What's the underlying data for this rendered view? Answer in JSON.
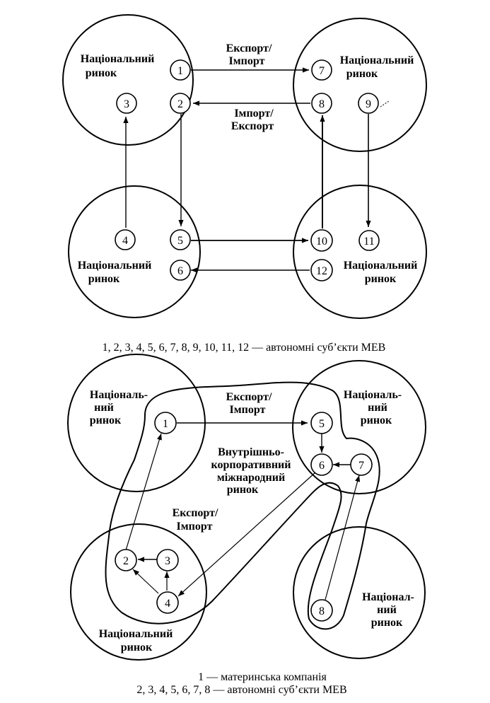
{
  "diagram1": {
    "market_top_left": [
      "Національний",
      "ринок"
    ],
    "market_top_right": [
      "Національний",
      "ринок"
    ],
    "market_bottom_left": [
      "Національний",
      "ринок"
    ],
    "market_bottom_right": [
      "Національний",
      "ринок"
    ],
    "export_import": [
      "Експорт/",
      "Імпорт"
    ],
    "import_export": [
      "Імпорт/",
      "Експорт"
    ],
    "nodes": [
      "1",
      "2",
      "3",
      "4",
      "5",
      "6",
      "7",
      "8",
      "9",
      "10",
      "11",
      "12"
    ],
    "caption": "1, 2, 3, 4, 5, 6, 7, 8, 9, 10, 11, 12 — автономні суб’єкти МЕВ"
  },
  "diagram2": {
    "market_top_left": [
      "Національ-",
      "ний",
      "ринок"
    ],
    "market_top_right": [
      "Національ-",
      "ний",
      "ринок"
    ],
    "market_bottom_left": [
      "Національний",
      "ринок"
    ],
    "market_bottom_right": [
      "Націонал-",
      "ний",
      "ринок"
    ],
    "export_import_top": [
      "Експорт/",
      "Імпорт"
    ],
    "export_import_mid": [
      "Експорт/",
      "Імпорт"
    ],
    "intra_corporate": [
      "Внутрішньо-",
      "корпоративний",
      "міжнародний",
      "ринок"
    ],
    "nodes": [
      "1",
      "2",
      "3",
      "4",
      "5",
      "6",
      "7",
      "8"
    ],
    "caption_line1": "1 — материнська компанія",
    "caption_line2": "2, 3, 4, 5, 6, 7, 8 — автономні суб’єкти МЕВ"
  }
}
